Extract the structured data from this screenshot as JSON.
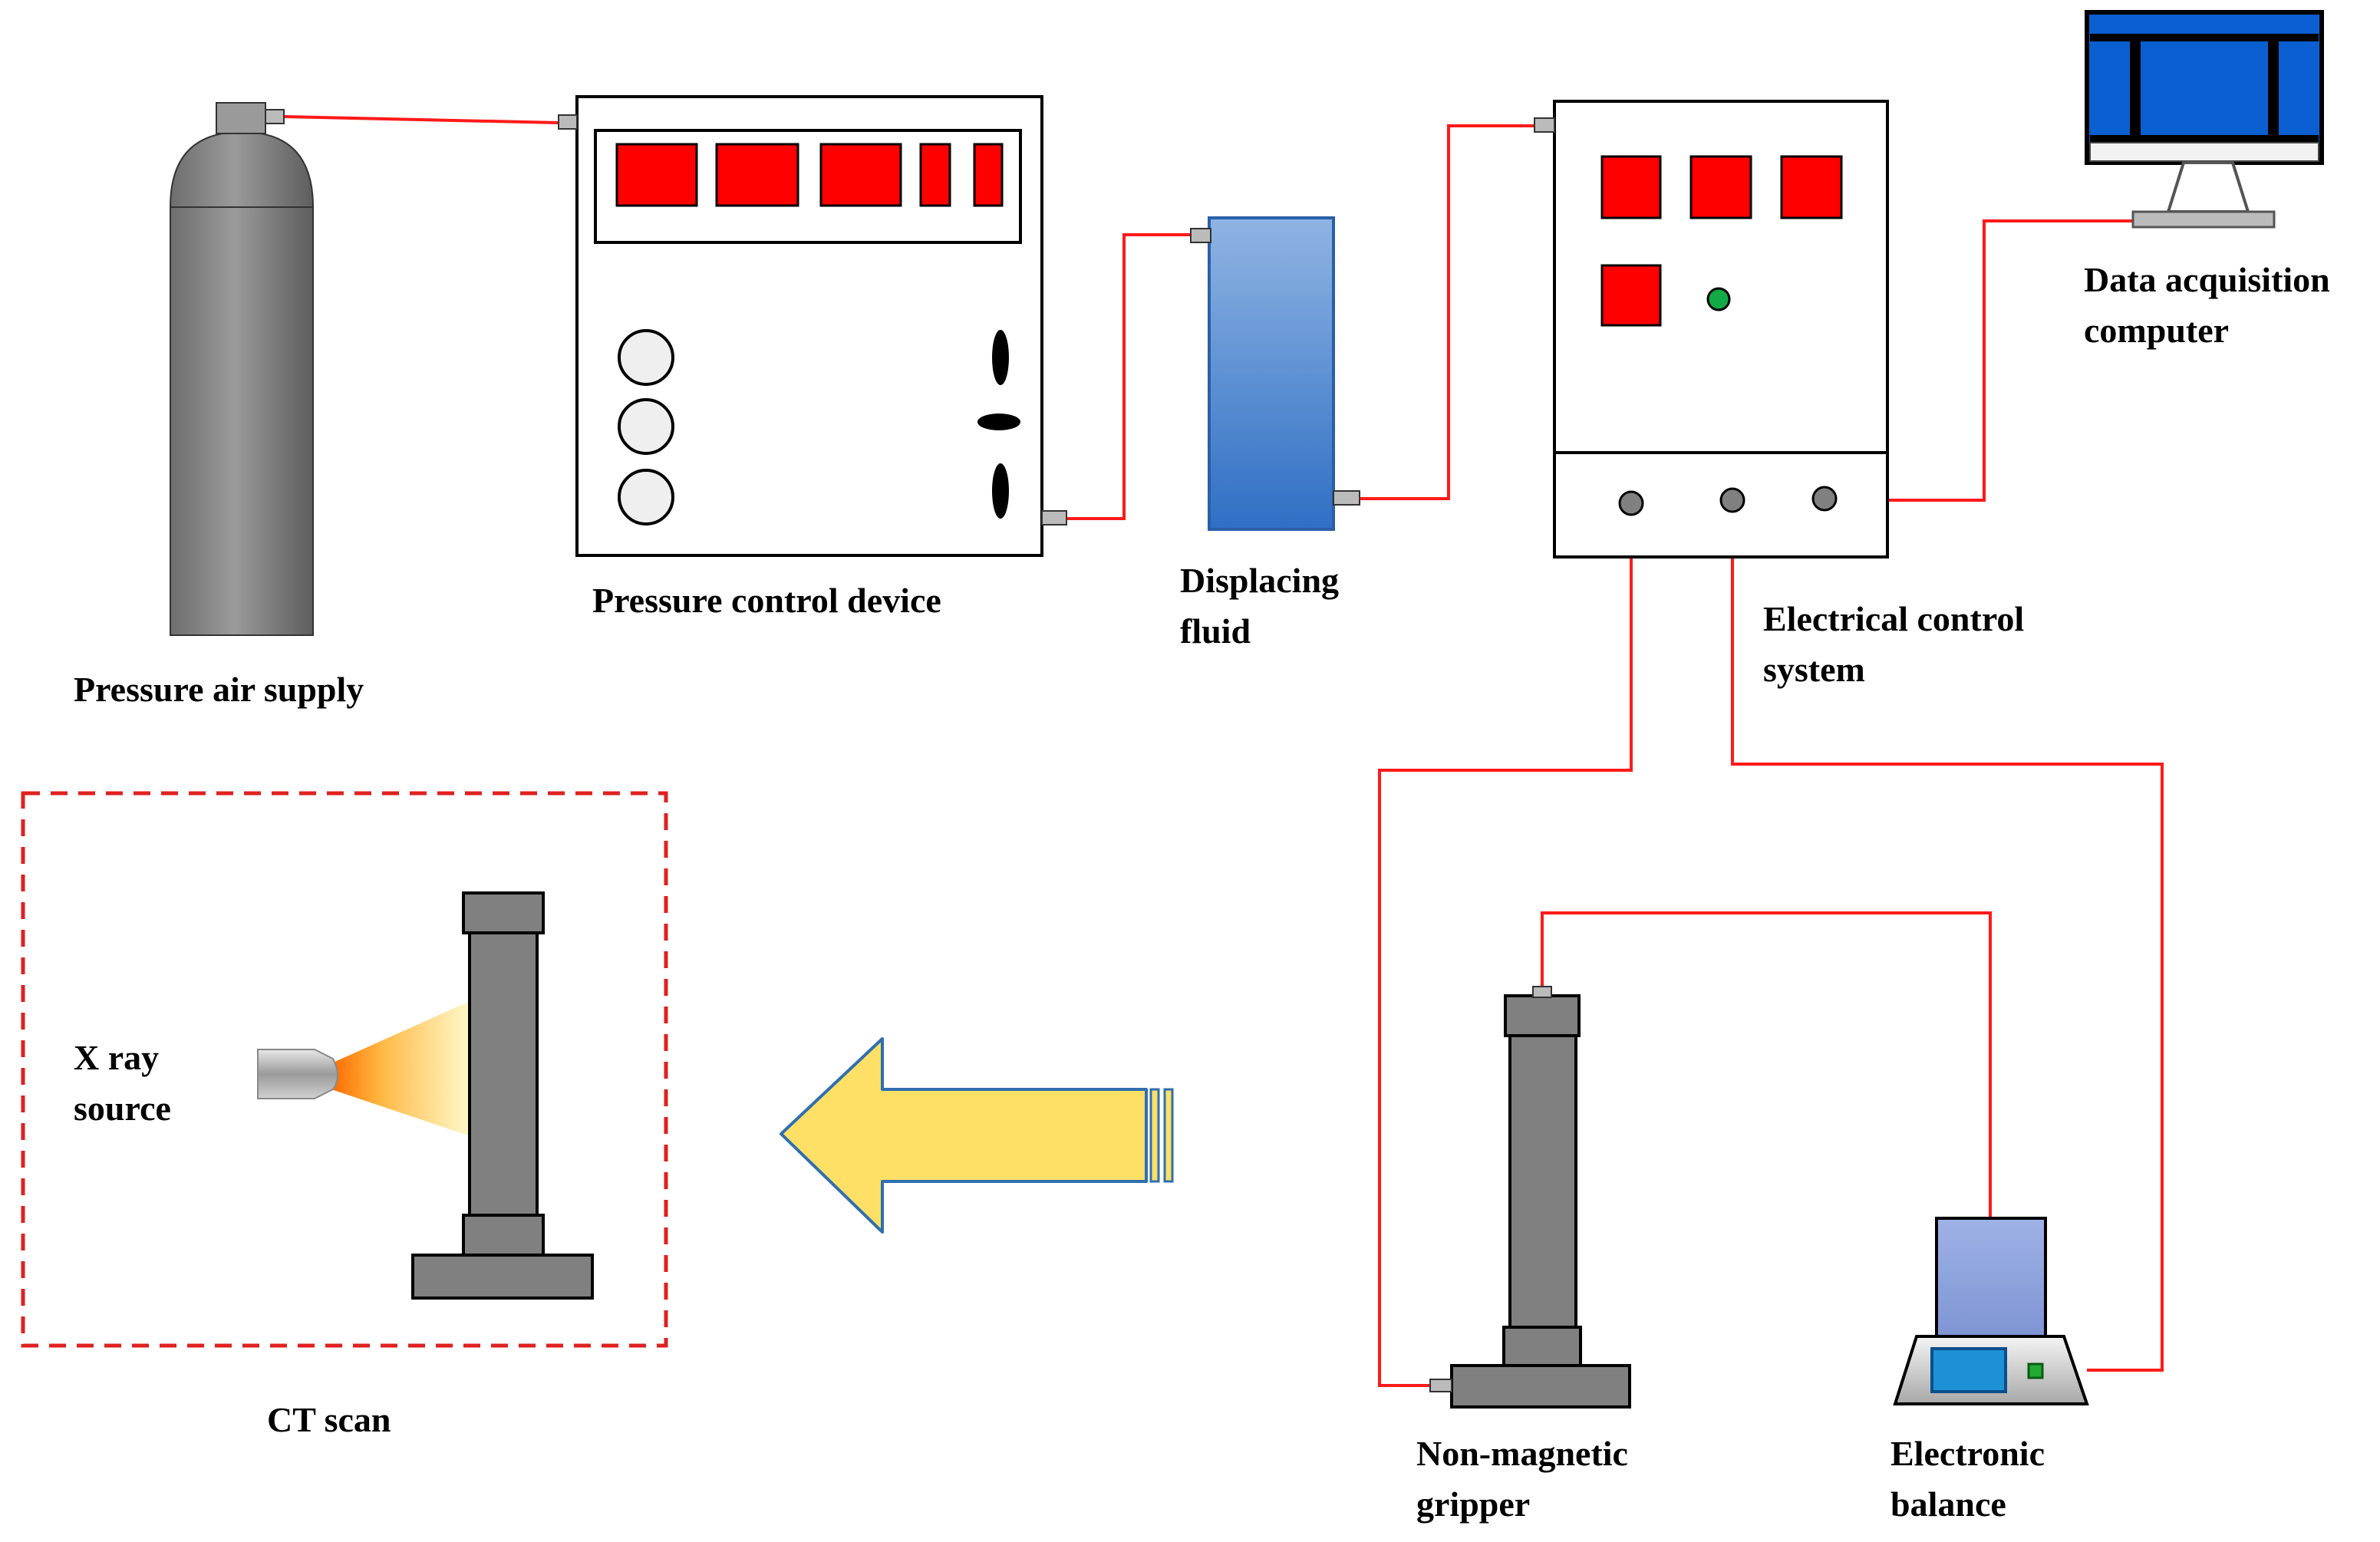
{
  "labels": {
    "pressure_air_supply": "Pressure air supply",
    "pressure_control_device": "Pressure control device",
    "displacing_fluid_line1": "Displacing",
    "displacing_fluid_line2": "fluid",
    "electrical_control_line1": "Electrical control",
    "electrical_control_line2": "system",
    "data_acq_line1": "Data acquisition",
    "data_acq_line2": "computer",
    "xray_line1": "X ray",
    "xray_line2": "source",
    "ct_scan": "CT scan",
    "gripper_line1": "Non-magnetic",
    "gripper_line2": "gripper",
    "balance_line1": "Electronic",
    "balance_line2": "balance"
  },
  "colors": {
    "wire": "#ff1a1a",
    "display": "#ff0000",
    "cylinder": "#808080",
    "fluid_light": "#8fb4e3",
    "fluid_dark": "#3a78c8",
    "monitor": "#0b5fd1",
    "arrow_fill": "#ffe066",
    "arrow_stroke": "#2f6fb0",
    "ct_border": "#e02020",
    "indicator": "#11aa44"
  }
}
